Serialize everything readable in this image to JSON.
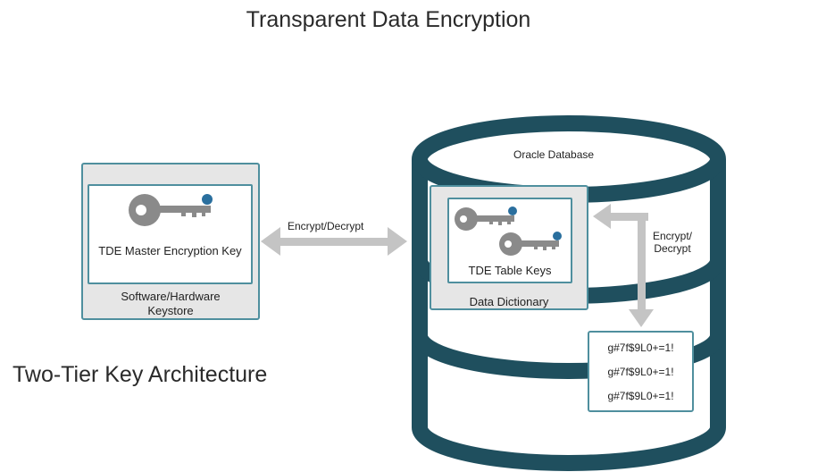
{
  "title": "Transparent Data Encryption",
  "subtitle": "Two-Tier Key Architecture",
  "keystore": {
    "key_label": "TDE Master Encryption Key",
    "container_label_line1": "Software/Hardware",
    "container_label_line2": "Keystore"
  },
  "link_label": "Encrypt/Decrypt",
  "database": {
    "label": "Oracle Database",
    "data_dictionary_label": "Data Dictionary",
    "table_keys_label": "TDE Table Keys",
    "side_label_line1": "Encrypt/",
    "side_label_line2": "Decrypt",
    "encrypted_rows": [
      "g#7f$9L0+=1!",
      "g#7f$9L0+=1!",
      "g#7f$9L0+=1!"
    ]
  },
  "colors": {
    "teal": "#1f4f5e",
    "box_border": "#4f8f9e",
    "arrow_gray": "#c4c4c4",
    "key_gray": "#8a8a8a",
    "badge_blue": "#2a6f9e"
  },
  "icons": [
    "key-icon",
    "double-arrow-icon",
    "database-cylinder-icon"
  ]
}
